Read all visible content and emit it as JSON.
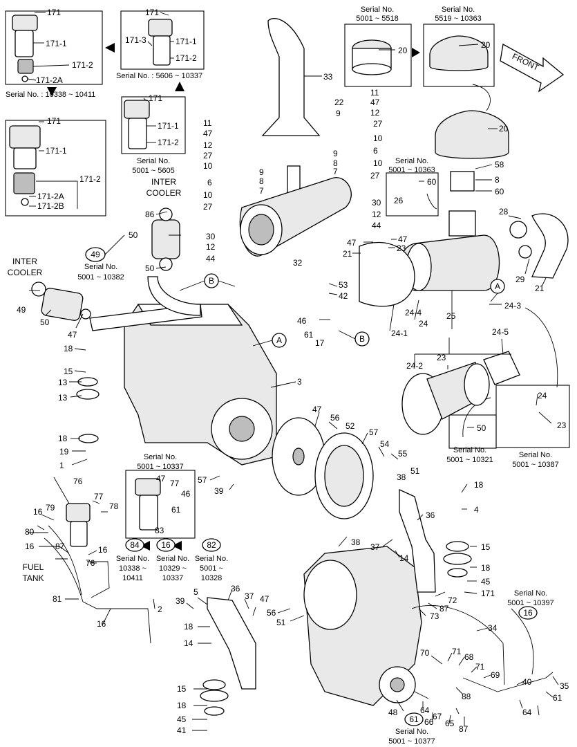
{
  "callouts": [
    {
      "id": "c171a",
      "text": "171"
    },
    {
      "id": "c171_1a",
      "text": "171-1"
    },
    {
      "id": "c171_2a",
      "text": "171-2"
    },
    {
      "id": "c171_2Aa",
      "text": "171-2A"
    },
    {
      "id": "c171b",
      "text": "171"
    },
    {
      "id": "c171_3b",
      "text": "171-3"
    },
    {
      "id": "c171_1b",
      "text": "171-1"
    },
    {
      "id": "c171_2b",
      "text": "171-2"
    },
    {
      "id": "c171c",
      "text": "171"
    },
    {
      "id": "c171_1c",
      "text": "171-1"
    },
    {
      "id": "c171_2c",
      "text": "171-2"
    },
    {
      "id": "c171d",
      "text": "171"
    },
    {
      "id": "c171_1d",
      "text": "171-1"
    },
    {
      "id": "c171_2d",
      "text": "171-2"
    },
    {
      "id": "c171_2Ad",
      "text": "171-2A"
    },
    {
      "id": "c171_2Bd",
      "text": "171-2B"
    },
    {
      "id": "c33",
      "text": "33"
    },
    {
      "id": "c22",
      "text": "22"
    },
    {
      "id": "c9a",
      "text": "9"
    },
    {
      "id": "c11a",
      "text": "11"
    },
    {
      "id": "c47a",
      "text": "47"
    },
    {
      "id": "c12a",
      "text": "12"
    },
    {
      "id": "c27a",
      "text": "27"
    },
    {
      "id": "c10a",
      "text": "10"
    },
    {
      "id": "c9b",
      "text": "9"
    },
    {
      "id": "c8a",
      "text": "8"
    },
    {
      "id": "c7a",
      "text": "7"
    },
    {
      "id": "c6a",
      "text": "6"
    },
    {
      "id": "c10b",
      "text": "10"
    },
    {
      "id": "c27b",
      "text": "27"
    },
    {
      "id": "c11b",
      "text": "11"
    },
    {
      "id": "c47b",
      "text": "47"
    },
    {
      "id": "c12b",
      "text": "12"
    },
    {
      "id": "c27c",
      "text": "27"
    },
    {
      "id": "c10c",
      "text": "10"
    },
    {
      "id": "c9c",
      "text": "9"
    },
    {
      "id": "c6b",
      "text": "6"
    },
    {
      "id": "c8b",
      "text": "8"
    },
    {
      "id": "c10d",
      "text": "10"
    },
    {
      "id": "c7b",
      "text": "7"
    },
    {
      "id": "c27d",
      "text": "27"
    },
    {
      "id": "c30a",
      "text": "30"
    },
    {
      "id": "c12c",
      "text": "12"
    },
    {
      "id": "c44a",
      "text": "44"
    },
    {
      "id": "c30b",
      "text": "30"
    },
    {
      "id": "c12d",
      "text": "12"
    },
    {
      "id": "c44b",
      "text": "44"
    },
    {
      "id": "c32",
      "text": "32"
    },
    {
      "id": "c20a",
      "text": "20"
    },
    {
      "id": "c20b",
      "text": "20"
    },
    {
      "id": "c20c",
      "text": "20"
    },
    {
      "id": "c58",
      "text": "58"
    },
    {
      "id": "c8c",
      "text": "8"
    },
    {
      "id": "c60a",
      "text": "60"
    },
    {
      "id": "c60b",
      "text": "60"
    },
    {
      "id": "c26",
      "text": "26"
    },
    {
      "id": "c28",
      "text": "28"
    },
    {
      "id": "c29",
      "text": "29"
    },
    {
      "id": "c21a",
      "text": "21"
    },
    {
      "id": "c47c",
      "text": "47"
    },
    {
      "id": "c21b",
      "text": "21"
    },
    {
      "id": "c47d",
      "text": "47"
    },
    {
      "id": "c23a",
      "text": "23"
    },
    {
      "id": "c24_3",
      "text": "24-3"
    },
    {
      "id": "c24_4",
      "text": "24-4"
    },
    {
      "id": "c24a",
      "text": "24"
    },
    {
      "id": "c25",
      "text": "25"
    },
    {
      "id": "c24_1",
      "text": "24-1"
    },
    {
      "id": "c24_5",
      "text": "24-5"
    },
    {
      "id": "c24_2",
      "text": "24-2"
    },
    {
      "id": "c23b",
      "text": "23"
    },
    {
      "id": "c24b",
      "text": "24"
    },
    {
      "id": "c23c",
      "text": "23"
    },
    {
      "id": "c50a",
      "text": "50"
    },
    {
      "id": "c86",
      "text": "86"
    },
    {
      "id": "c50b",
      "text": "50"
    },
    {
      "id": "c50c",
      "text": "50"
    },
    {
      "id": "c49",
      "text": "49"
    },
    {
      "id": "c50d",
      "text": "50"
    },
    {
      "id": "c47e",
      "text": "47"
    },
    {
      "id": "c53",
      "text": "53"
    },
    {
      "id": "c42",
      "text": "42"
    },
    {
      "id": "c46a",
      "text": "46"
    },
    {
      "id": "c61a",
      "text": "61"
    },
    {
      "id": "c17",
      "text": "17"
    },
    {
      "id": "c18a",
      "text": "18"
    },
    {
      "id": "c15a",
      "text": "15"
    },
    {
      "id": "c13a",
      "text": "13"
    },
    {
      "id": "c13b",
      "text": "13"
    },
    {
      "id": "c18b",
      "text": "18"
    },
    {
      "id": "c19",
      "text": "19"
    },
    {
      "id": "c1",
      "text": "1"
    },
    {
      "id": "c3",
      "text": "3"
    },
    {
      "id": "c47f",
      "text": "47"
    },
    {
      "id": "c56a",
      "text": "56"
    },
    {
      "id": "c52",
      "text": "52"
    },
    {
      "id": "c57a",
      "text": "57"
    },
    {
      "id": "c54",
      "text": "54"
    },
    {
      "id": "c55",
      "text": "55"
    },
    {
      "id": "c57b",
      "text": "57"
    },
    {
      "id": "c39a",
      "text": "39"
    },
    {
      "id": "c38a",
      "text": "38"
    },
    {
      "id": "c51a",
      "text": "51"
    },
    {
      "id": "c18c",
      "text": "18"
    },
    {
      "id": "c4",
      "text": "4"
    },
    {
      "id": "c36a",
      "text": "36"
    },
    {
      "id": "c37a",
      "text": "37"
    },
    {
      "id": "c14a",
      "text": "14"
    },
    {
      "id": "c15b",
      "text": "15"
    },
    {
      "id": "c18d",
      "text": "18"
    },
    {
      "id": "c45a",
      "text": "45"
    },
    {
      "id": "c171e",
      "text": "171"
    },
    {
      "id": "c76a",
      "text": "76"
    },
    {
      "id": "c77a",
      "text": "77"
    },
    {
      "id": "c78",
      "text": "78"
    },
    {
      "id": "c79",
      "text": "79"
    },
    {
      "id": "c16a",
      "text": "16"
    },
    {
      "id": "c80",
      "text": "80"
    },
    {
      "id": "c16b",
      "text": "16"
    },
    {
      "id": "c87a",
      "text": "87"
    },
    {
      "id": "c16c",
      "text": "16"
    },
    {
      "id": "c76b",
      "text": "76"
    },
    {
      "id": "c47g",
      "text": "47"
    },
    {
      "id": "c77b",
      "text": "77"
    },
    {
      "id": "c46b",
      "text": "46"
    },
    {
      "id": "c61b",
      "text": "61"
    },
    {
      "id": "c83",
      "text": "83"
    },
    {
      "id": "c81",
      "text": "81"
    },
    {
      "id": "c16d",
      "text": "16"
    },
    {
      "id": "c2",
      "text": "2"
    },
    {
      "id": "c38b",
      "text": "38"
    },
    {
      "id": "c39b",
      "text": "39"
    },
    {
      "id": "c5",
      "text": "5"
    },
    {
      "id": "c36b",
      "text": "36"
    },
    {
      "id": "c37b",
      "text": "37"
    },
    {
      "id": "c47h",
      "text": "47"
    },
    {
      "id": "c56b",
      "text": "56"
    },
    {
      "id": "c51b",
      "text": "51"
    },
    {
      "id": "c18e",
      "text": "18"
    },
    {
      "id": "c14b",
      "text": "14"
    },
    {
      "id": "c15c",
      "text": "15"
    },
    {
      "id": "c18f",
      "text": "18"
    },
    {
      "id": "c45b",
      "text": "45"
    },
    {
      "id": "c41",
      "text": "41"
    },
    {
      "id": "c72",
      "text": "72"
    },
    {
      "id": "c87b",
      "text": "87"
    },
    {
      "id": "c73",
      "text": "73"
    },
    {
      "id": "c34",
      "text": "34"
    },
    {
      "id": "c71a",
      "text": "71"
    },
    {
      "id": "c68",
      "text": "68"
    },
    {
      "id": "c70",
      "text": "70"
    },
    {
      "id": "c71b",
      "text": "71"
    },
    {
      "id": "c69",
      "text": "69"
    },
    {
      "id": "c88",
      "text": "88"
    },
    {
      "id": "c48",
      "text": "48"
    },
    {
      "id": "c64a",
      "text": "64"
    },
    {
      "id": "c66",
      "text": "66"
    },
    {
      "id": "c67",
      "text": "67"
    },
    {
      "id": "c65",
      "text": "65"
    },
    {
      "id": "c87c",
      "text": "87"
    },
    {
      "id": "c40",
      "text": "40"
    },
    {
      "id": "c35",
      "text": "35"
    },
    {
      "id": "c61c",
      "text": "61"
    },
    {
      "id": "c64b",
      "text": "64"
    }
  ],
  "circled": [
    {
      "id": "k49",
      "text": "49"
    },
    {
      "id": "k84",
      "text": "84"
    },
    {
      "id": "k16a",
      "text": "16"
    },
    {
      "id": "k82",
      "text": "82"
    },
    {
      "id": "k16b",
      "text": "16"
    },
    {
      "id": "k61",
      "text": "61"
    },
    {
      "id": "kBa",
      "text": "B"
    },
    {
      "id": "kBb",
      "text": "B"
    },
    {
      "id": "kAa",
      "text": "A"
    },
    {
      "id": "kAb",
      "text": "A"
    }
  ],
  "notes": {
    "serial_10338_10411": "Serial No. : 10338 ~ 10411",
    "serial_5606_10337": "Serial No. : 5606 ~ 10337",
    "serial_label_a": "Serial No.",
    "range_5001_5605": "5001 ~ 5605",
    "serial_label_b": "Serial No.",
    "range_5001_5518": "5001 ~ 5518",
    "serial_label_c": "Serial No.",
    "range_5519_10363": "5519 ~ 10363",
    "serial_label_d": "Serial No.",
    "range_5001_10363": "5001 ~ 10363",
    "serial_label_e": "Serial No.",
    "range_5001_10382": "5001 ~ 10382",
    "serial_label_f": "Serial No.",
    "range_5001_10321": "5001 ~ 10321",
    "serial_label_g": "Serial No.",
    "range_5001_10387": "5001 ~ 10387",
    "serial_label_h": "Serial No.",
    "range_5001_10337": "5001 ~ 10337",
    "serial_label_i": "Serial No.",
    "range_10338": "10338 ~",
    "range_10411": "10411",
    "serial_label_j": "Serial No.",
    "range_10329": "10329 ~",
    "range_10337": "10337",
    "serial_label_k": "Serial No.",
    "range_5001": "5001 ~",
    "range_10328": "10328",
    "serial_label_l": "Serial No.",
    "range_5001_10397": "5001 ~ 10397",
    "serial_label_m": "Serial No.",
    "range_5001_10377": "5001 ~ 10377",
    "inter_a": "INTER",
    "cooler_a": "COOLER",
    "inter_b": "INTER",
    "cooler_b": "COOLER",
    "fuel": "FUEL",
    "tank": "TANK",
    "front": "FRONT"
  }
}
